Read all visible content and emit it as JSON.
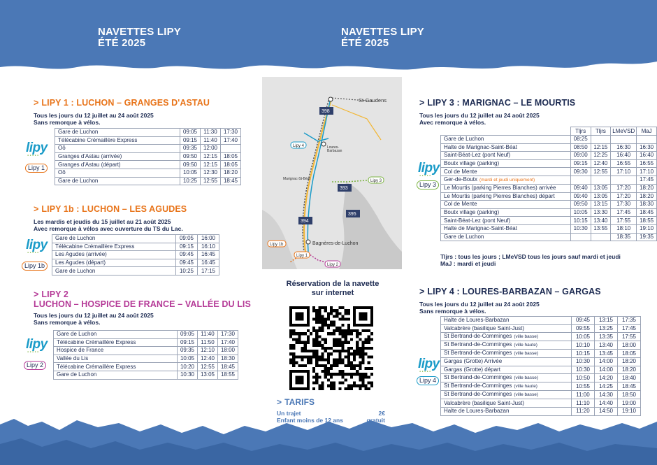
{
  "colors": {
    "band": "#4b78b6",
    "navy": "#1d2b52",
    "orange": "#e8741a",
    "purple": "#b53a97",
    "lipy_blue": "#1a9bc8"
  },
  "header": {
    "left": {
      "title": "NAVETTES LIPY",
      "subtitle": "ÉTÉ 2025"
    },
    "right": {
      "title": "NAVETTES LIPY",
      "subtitle": "ÉTÉ 2025"
    }
  },
  "lipy1": {
    "arrow": ">",
    "title": "LIPY 1 : LUCHON – GRANGES D'ASTAU",
    "line1": "Tous les jours du 12 juillet au 24 août 2025",
    "line2": "Sans remorque à vélos.",
    "badge": "Lipy 1",
    "rows": [
      {
        "stop": "Gare de Luchon",
        "times": [
          "09:05",
          "11:30",
          "17:30"
        ]
      },
      {
        "stop": "Télécabine Crémaillère Express",
        "times": [
          "09:15",
          "11:40",
          "17:40"
        ]
      },
      {
        "stop": "Oô",
        "times": [
          "09:35",
          "12:00",
          ""
        ]
      },
      {
        "stop": "Granges d'Astau (arrivée)",
        "times": [
          "09:50",
          "12:15",
          "18:05"
        ]
      },
      {
        "stop": "Granges d'Astau (départ)",
        "times": [
          "09:50",
          "12:15",
          "18:05"
        ]
      },
      {
        "stop": "Oô",
        "times": [
          "10:05",
          "12:30",
          "18:20"
        ]
      },
      {
        "stop": "Gare de Luchon",
        "times": [
          "10:25",
          "12:55",
          "18:45"
        ]
      }
    ]
  },
  "lipy1b": {
    "arrow": ">",
    "title": "LIPY 1b : LUCHON – LES AGUDES",
    "line1": "Les mardis et jeudis du 15 juillet au 21 août 2025",
    "line2": "Avec remorque à vélos avec ouverture du TS du Lac.",
    "badge": "Lipy 1b",
    "rows": [
      {
        "stop": "Gare de Luchon",
        "times": [
          "09:05",
          "16:00"
        ]
      },
      {
        "stop": "Télécabine Crémaillère Express",
        "times": [
          "09:15",
          "16:10"
        ]
      },
      {
        "stop": "Les Agudes (arrivée)",
        "times": [
          "09:45",
          "16:45"
        ]
      },
      {
        "stop": "Les Agudes (départ)",
        "times": [
          "09:45",
          "16:45"
        ]
      },
      {
        "stop": "Gare de Luchon",
        "times": [
          "10:25",
          "17:15"
        ]
      }
    ]
  },
  "lipy2": {
    "arrow": ">",
    "title": "LIPY 2",
    "title2": "LUCHON – HOSPICE DE FRANCE – VALLÉE DU LIS",
    "line1": "Tous les jours du 12 juillet au 24 août 2025",
    "line2": "Sans remorque à vélos.",
    "badge": "Lipy 2",
    "rows": [
      {
        "stop": "Gare de Luchon",
        "times": [
          "09:05",
          "11:40",
          "17:30"
        ]
      },
      {
        "stop": "Télécabine Crémaillère Express",
        "times": [
          "09:15",
          "11:50",
          "17:40"
        ]
      },
      {
        "stop": "Hospice de France",
        "times": [
          "09:35",
          "12:10",
          "18:00"
        ]
      },
      {
        "stop": "Vallée du Lis",
        "times": [
          "10:05",
          "12:40",
          "18:30"
        ]
      },
      {
        "stop": "Télécabine Crémaillère Express",
        "times": [
          "10:20",
          "12:55",
          "18:45"
        ]
      },
      {
        "stop": "Gare de Luchon",
        "times": [
          "10:30",
          "13:05",
          "18:55"
        ]
      }
    ]
  },
  "map": {
    "routes": [
      "398",
      "394",
      "393",
      "395"
    ],
    "labels": {
      "st_gaudens": "St-Gaudens",
      "bagneres": "Bagnères-de-Luchon",
      "loures": "Loures-Barbazan",
      "marignac": "Marignac-St-Béat",
      "lipy1": "Lipy 1",
      "lipy1b": "Lipy 1b",
      "lipy2": "Lipy 2",
      "lipy3": "Lipy 3",
      "lipy4": "Lipy 4"
    }
  },
  "reservation": {
    "line1": "Réservation de la navette",
    "line2": "sur internet"
  },
  "tarifs": {
    "title": "TARIFS",
    "rows": [
      {
        "label": "Un trajet",
        "value": "2€"
      },
      {
        "label": "Enfant moins de 12 ans",
        "value": "gratuit"
      }
    ]
  },
  "lipy3": {
    "arrow": ">",
    "title": "LIPY 3 : MARIGNAC – LE MOURTIS",
    "line1": "Tous les jours du 12 juillet au 24 août 2025",
    "line2": "Avec remorque à vélos.",
    "badge": "Lipy 3",
    "headers": [
      "Tljrs",
      "Tljrs",
      "LMeVSD",
      "MaJ"
    ],
    "rows": [
      {
        "stop": "Gare de Luchon",
        "times": [
          "08:25",
          "",
          "",
          ""
        ]
      },
      {
        "stop": "Halte de Marignac-Saint-Béat",
        "times": [
          "08:50",
          "12:15",
          "16:30",
          "16:30"
        ]
      },
      {
        "stop": "Saint-Béat-Lez (pont Neuf)",
        "times": [
          "09:00",
          "12:25",
          "16:40",
          "16:40"
        ]
      },
      {
        "stop": "Boutx village (parking)",
        "times": [
          "09:15",
          "12:40",
          "16:55",
          "16:55"
        ]
      },
      {
        "stop": "Col de Mente",
        "times": [
          "09:30",
          "12:55",
          "17:10",
          "17:10"
        ]
      },
      {
        "stop": "Ger-de-Boutx",
        "note": "(mardi et jeudi uniquement)",
        "times": [
          "",
          "",
          "",
          "17:45"
        ]
      },
      {
        "stop": "Le Mourtis (parking Pierres Blanches) arrivée",
        "times": [
          "09:40",
          "13:05",
          "17:20",
          "18:20"
        ]
      },
      {
        "stop": "Le Mourtis (parking Pierres Blanches) départ",
        "times": [
          "09:40",
          "13:05",
          "17:20",
          "18:20"
        ]
      },
      {
        "stop": "Col de Mente",
        "times": [
          "09:50",
          "13:15",
          "17:30",
          "18:30"
        ]
      },
      {
        "stop": "Boutx village (parking)",
        "times": [
          "10:05",
          "13:30",
          "17:45",
          "18:45"
        ]
      },
      {
        "stop": "Saint-Béat-Lez (pont Neuf)",
        "times": [
          "10:15",
          "13:40",
          "17:55",
          "18:55"
        ]
      },
      {
        "stop": "Halte de Marignac-Saint-Béat",
        "times": [
          "10:30",
          "13:55",
          "18:10",
          "19:10"
        ]
      },
      {
        "stop": "Gare de Luchon",
        "times": [
          "",
          "",
          "18:35",
          "19:35"
        ]
      }
    ],
    "legend1": "Tljrs : tous les jours ; LMeVSD tous les jours sauf mardi et jeudi",
    "legend2": "MaJ : mardi et jeudi"
  },
  "lipy4": {
    "arrow": ">",
    "title": "LIPY 4 : LOURES-BARBAZAN – GARGAS",
    "line1": "Tous les jours du 12 juillet au 24 août 2025",
    "line2": "Sans remorque à vélos.",
    "badge": "Lipy 4",
    "rows": [
      {
        "stop": "Halte de Loures-Barbazan",
        "times": [
          "09:45",
          "13:15",
          "17:35"
        ]
      },
      {
        "stop": "Valcabrère (basilique Saint-Just)",
        "times": [
          "09:55",
          "13:25",
          "17:45"
        ]
      },
      {
        "stop": "St Bertrand-de-Comminges",
        "note": "(ville basse)",
        "times": [
          "10:05",
          "13:35",
          "17:55"
        ]
      },
      {
        "stop": "St Bertrand-de-Comminges",
        "note": "(ville haute)",
        "times": [
          "10:10",
          "13:40",
          "18:00"
        ]
      },
      {
        "stop": "St Bertrand-de-Comminges",
        "note": "(ville basse)",
        "times": [
          "10:15",
          "13:45",
          "18:05"
        ]
      },
      {
        "stop": "Gargas (Grotte) Arrivée",
        "times": [
          "10:30",
          "14:00",
          "18:20"
        ]
      },
      {
        "stop": "Gargas (Grotte) départ",
        "times": [
          "10:30",
          "14:00",
          "18:20"
        ]
      },
      {
        "stop": "St Bertrand-de-Comminges",
        "note": "(ville basse)",
        "times": [
          "10:50",
          "14:20",
          "18:40"
        ]
      },
      {
        "stop": "St Bertrand-de-Comminges",
        "note": "(ville haute)",
        "times": [
          "10:55",
          "14:25",
          "18:45"
        ]
      },
      {
        "stop": "St Bertrand-de-Comminges",
        "note": "(ville basse)",
        "times": [
          "11:00",
          "14:30",
          "18:50"
        ]
      },
      {
        "stop": "Valcabrère (basilique Saint-Just)",
        "times": [
          "11:10",
          "14:40",
          "19:00"
        ]
      },
      {
        "stop": "Halte de Loures-Barbazan",
        "times": [
          "11:20",
          "14:50",
          "19:10"
        ]
      }
    ]
  }
}
